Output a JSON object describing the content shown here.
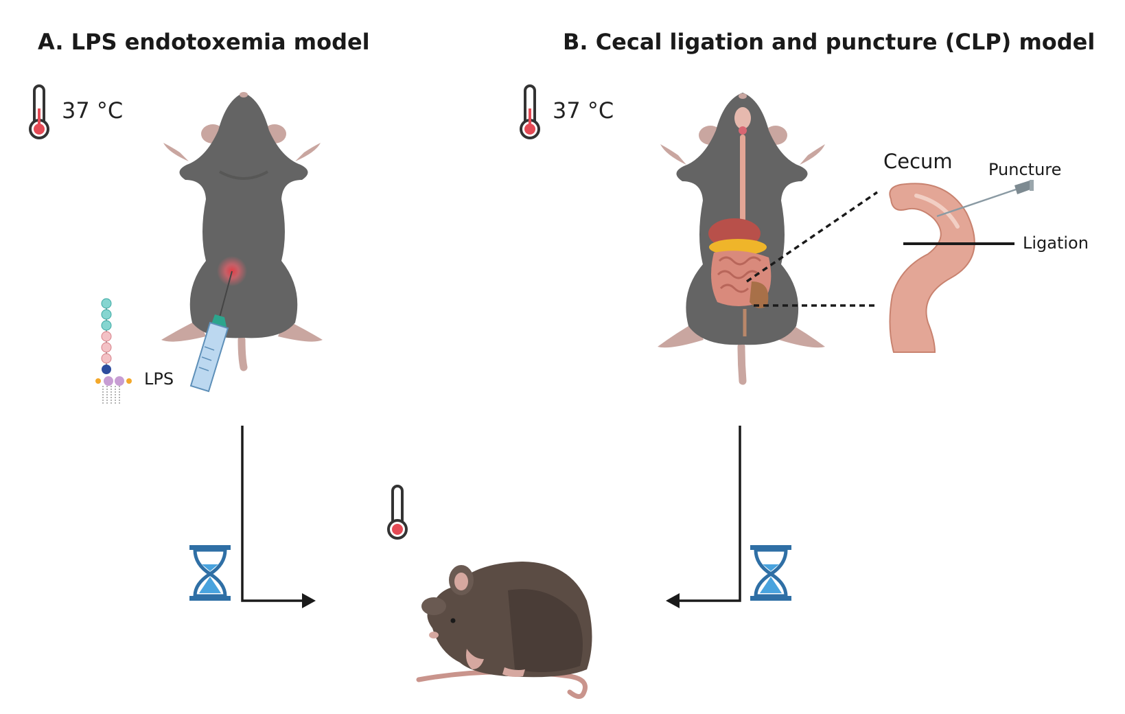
{
  "panels": {
    "a": {
      "title": "A. LPS endotoxemia model",
      "temperature": "37 °C",
      "lps_label": "LPS"
    },
    "b": {
      "title": "B. Cecal ligation and puncture (CLP) model",
      "temperature": "37 °C",
      "cecum_label": "Cecum",
      "puncture_label": "Puncture",
      "ligation_label": "Ligation"
    }
  },
  "colors": {
    "mouse_body": "#646464",
    "mouse_dark": "#575756",
    "mouse_pink": "#c9a6a0",
    "cecum": "#e3a696",
    "thermometer_red": "#e44a55",
    "hourglass_blue": "#2f6fa5",
    "sand": "#49a3de",
    "injection_glow": "#e23b44",
    "syringe": "#bcd8f0",
    "sick_mouse": "#5b4c44"
  },
  "icons": [
    "thermometer-icon",
    "hourglass-icon",
    "syringe-icon",
    "lps-molecule-icon",
    "needle-icon",
    "arrow-icon"
  ]
}
